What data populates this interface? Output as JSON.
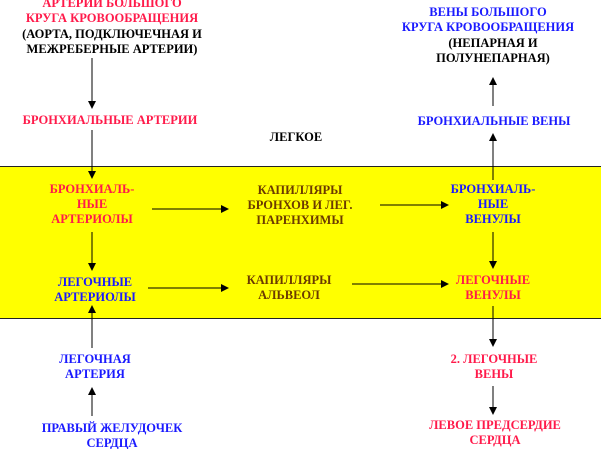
{
  "colors": {
    "band": "#ffff00",
    "arterial": "#ff1a4a",
    "venous": "#1a1aff",
    "capillary": "#6b3a00",
    "arrow": "#000000"
  },
  "labels": {
    "systemic_arteries": "АРТЕРИИ БОЛЬШОГО\nКРУГА КРОВООБРАЩЕНИЯ",
    "systemic_arteries_note": "(АОРТА, ПОДКЛЮЧЕЧНАЯ И\nМЕЖРЕБЕРНЫЕ АРТЕРИИ)",
    "systemic_veins": "ВЕНЫ БОЛЬШОГО\nКРУГА КРОВООБРАЩЕНИЯ",
    "systemic_veins_note": "(НЕПАРНАЯ И\nПОЛУНЕПАРНАЯ)",
    "bronchial_arteries": "БРОНХИАЛЬНЫЕ АРТЕРИИ",
    "bronchial_veins": "БРОНХИАЛЬНЫЕ ВЕНЫ",
    "lung": "ЛЕГКОЕ",
    "bronchial_arterioles": "БРОНХИАЛЬ-\nНЫЕ\nАРТЕРИОЛЫ",
    "bronchial_capillaries": "КАПИЛЛЯРЫ\nБРОНХОВ И ЛЕГ.\nПАРЕНХИМЫ",
    "bronchial_venules": "БРОНХИАЛЬ-\nНЫЕ\nВЕНУЛЫ",
    "pulmonary_arterioles": "ЛЕГОЧНЫЕ\nАРТЕРИОЛЫ",
    "alveolar_capillaries": "КАПИЛЛЯРЫ\nАЛЬВЕОЛ",
    "pulmonary_venules": "ЛЕГОЧНЫЕ\nВЕНУЛЫ",
    "pulmonary_artery": "ЛЕГОЧНАЯ\nАРТЕРИЯ",
    "pulmonary_veins": "2. ЛЕГОЧНЫЕ\nВЕНЫ",
    "right_ventricle": "ПРАВЫЙ ЖЕЛУДОЧЕК\nСЕРДЦА",
    "left_atrium": "ЛЕВОЕ ПРЕДСЕРДИЕ\nСЕРДЦА"
  }
}
